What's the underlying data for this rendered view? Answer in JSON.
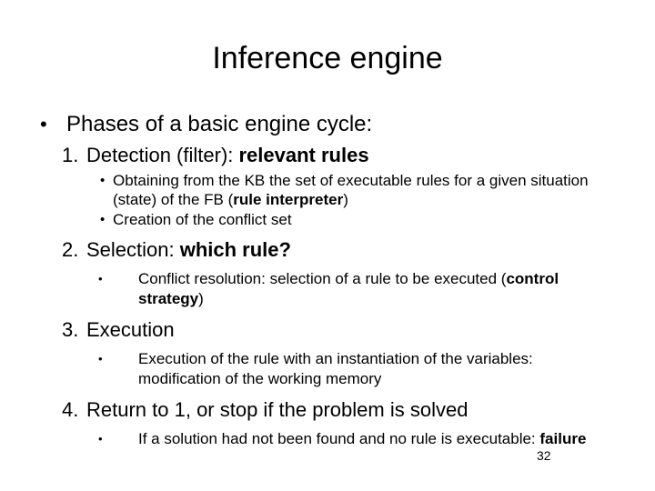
{
  "slide": {
    "title": "Inference engine",
    "page_number": "32",
    "bullet_glyph": "•",
    "background_color": "#ffffff",
    "text_color": "#000000",
    "heading": {
      "text": "Phases of a basic engine cycle:"
    },
    "phases": [
      {
        "marker": "1.",
        "text_plain": "Detection (filter): relevant rules",
        "lead": "Detection (filter): ",
        "emphasis": "relevant rules",
        "trail": "",
        "subs": [
          {
            "style": "tight",
            "text_plain": "Obtaining from the KB the set of executable rules for a given situation (state) of the FB (rule interpreter)",
            "lead": "Obtaining from the KB the set of executable rules for a given situation (state) of the FB (",
            "emphasis": "rule interpreter",
            "trail": ")"
          },
          {
            "style": "tight",
            "text_plain": "Creation of the conflict set",
            "lead": "Creation of the conflict set",
            "emphasis": "",
            "trail": ""
          }
        ]
      },
      {
        "marker": "2.",
        "text_plain": "Selection: which rule?",
        "lead": "Selection: ",
        "emphasis": "which rule?",
        "trail": "",
        "subs": [
          {
            "style": "wide",
            "text_plain": "Conflict resolution: selection of a rule to be executed (control strategy)",
            "lead": "Conflict resolution: selection of a rule to be executed (",
            "emphasis": "control strategy",
            "trail": ")"
          }
        ]
      },
      {
        "marker": "3.",
        "text_plain": "Execution",
        "lead": "Execution",
        "emphasis": "",
        "trail": "",
        "subs": [
          {
            "style": "wide",
            "text_plain": "Execution of the rule with an instantiation of the variables: modification of the working memory",
            "lead": "Execution of the rule with an instantiation of the variables: modification of the working memory",
            "emphasis": "",
            "trail": ""
          }
        ]
      },
      {
        "marker": "4.",
        "text_plain": "Return to 1, or stop if the problem is solved",
        "lead": "Return to 1, or stop if the problem is solved",
        "emphasis": "",
        "trail": "",
        "subs": [
          {
            "style": "wide",
            "text_plain": "If a solution had not been found and no rule is executable: failure",
            "lead": "If a solution had not been found and no rule is executable: ",
            "emphasis": "failure",
            "trail": ""
          }
        ]
      }
    ]
  }
}
